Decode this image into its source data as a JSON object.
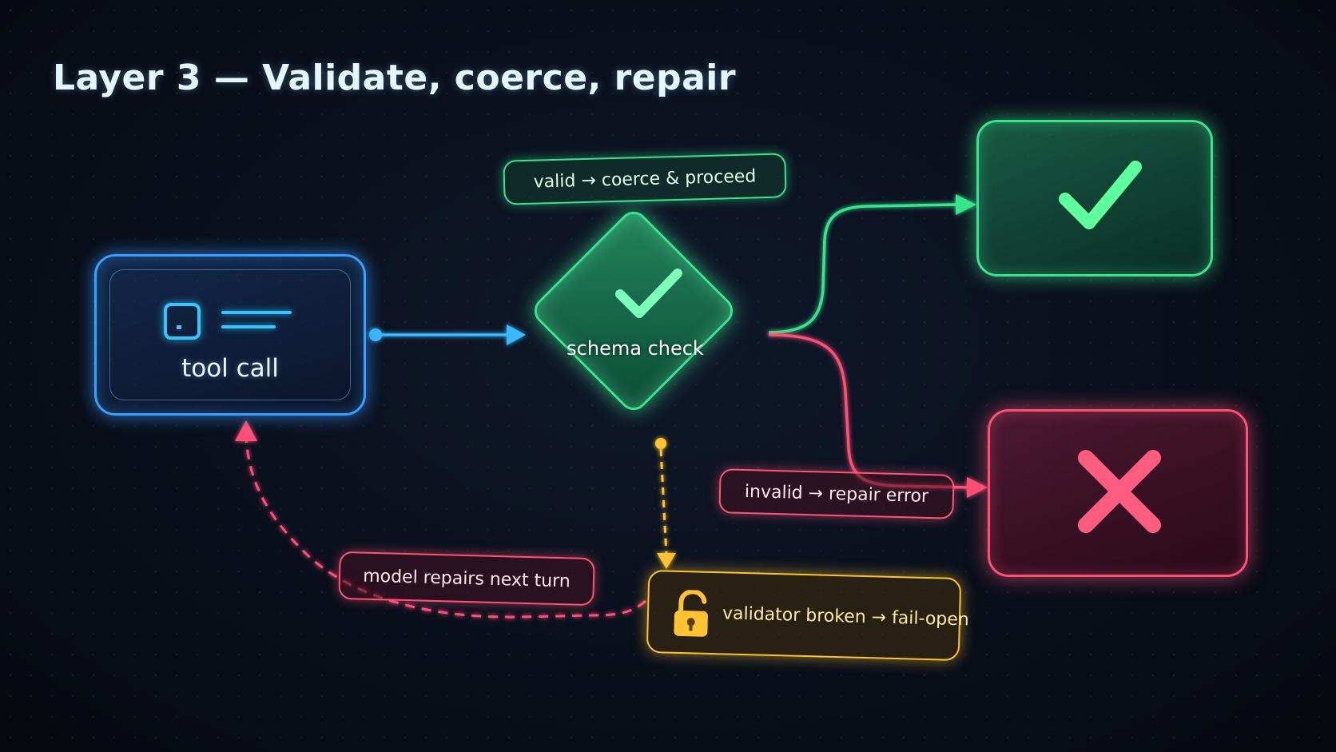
{
  "title": "Layer 3 — Validate, coerce, repair",
  "nodes": {
    "tool_call": {
      "label": "tool call",
      "icon": "tool-call-icon"
    },
    "schema_check": {
      "label": "schema check",
      "icon": "check-icon"
    },
    "success": {
      "icon": "check-icon"
    },
    "failure": {
      "icon": "x-icon"
    }
  },
  "labels": {
    "valid": "valid → coerce & proceed",
    "invalid": "invalid → repair error",
    "repair_loop": "model repairs next turn",
    "fail_open": "validator broken → fail-open"
  },
  "icons": {
    "fail_open": "unlocked-padlock-icon"
  },
  "colors": {
    "blue": "#3aa0ff",
    "green": "#37e58e",
    "red": "#ff4f77",
    "amber": "#ffc233",
    "background": "#0a0f1b"
  }
}
